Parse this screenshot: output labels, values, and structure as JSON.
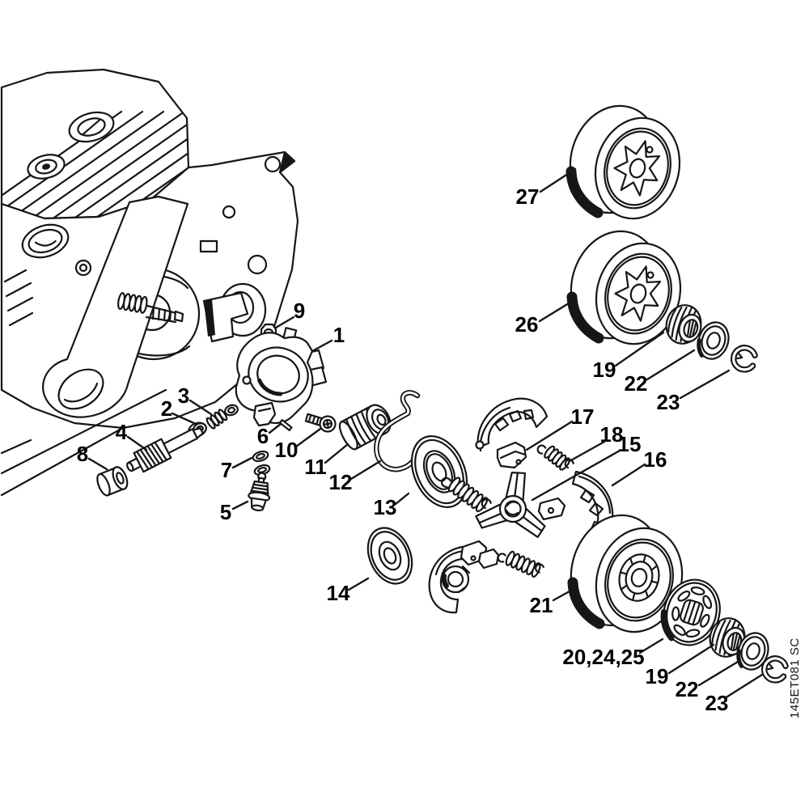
{
  "diagram": {
    "kind": "exploded-parts-diagram",
    "drawing_code": "145ET081 SC",
    "background_color": "#ffffff",
    "line_color": "#161616",
    "callouts": [
      {
        "label": "27"
      },
      {
        "label": "26"
      },
      {
        "label": "19"
      },
      {
        "label": "22"
      },
      {
        "label": "23"
      },
      {
        "label": "9"
      },
      {
        "label": "1"
      },
      {
        "label": "2"
      },
      {
        "label": "3"
      },
      {
        "label": "4"
      },
      {
        "label": "8"
      },
      {
        "label": "7"
      },
      {
        "label": "5"
      },
      {
        "label": "6"
      },
      {
        "label": "10"
      },
      {
        "label": "11"
      },
      {
        "label": "12"
      },
      {
        "label": "13"
      },
      {
        "label": "14"
      },
      {
        "label": "17"
      },
      {
        "label": "18"
      },
      {
        "label": "15"
      },
      {
        "label": "16"
      },
      {
        "label": "21"
      },
      {
        "label": "20,24,25"
      },
      {
        "label": "19"
      },
      {
        "label": "22"
      },
      {
        "label": "23"
      }
    ]
  }
}
